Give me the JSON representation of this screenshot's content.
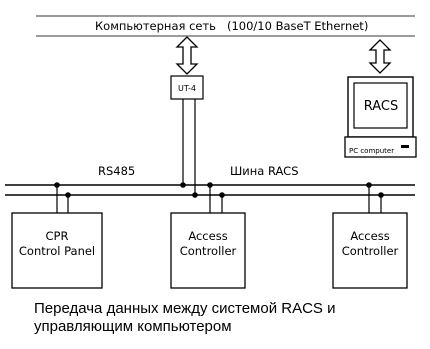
{
  "network": {
    "title": "Компьютерная сеть",
    "spec": "(100/10 BaseT Ethernet)"
  },
  "converter": {
    "label": "UT-4"
  },
  "workstation": {
    "screen_label": "RACS",
    "base_label": "PC computer"
  },
  "bus": {
    "left_label": "RS485",
    "right_label": "Шина RACS"
  },
  "devices": {
    "panel": {
      "line1": "CPR",
      "line2": "Control Panel"
    },
    "controller_1": {
      "line1": "Access",
      "line2": "Controller"
    },
    "controller_2": {
      "line1": "Access",
      "line2": "Controller"
    }
  },
  "caption": {
    "line1": "Передача данных между системой RACS и",
    "line2": "управляющим компьютером"
  }
}
